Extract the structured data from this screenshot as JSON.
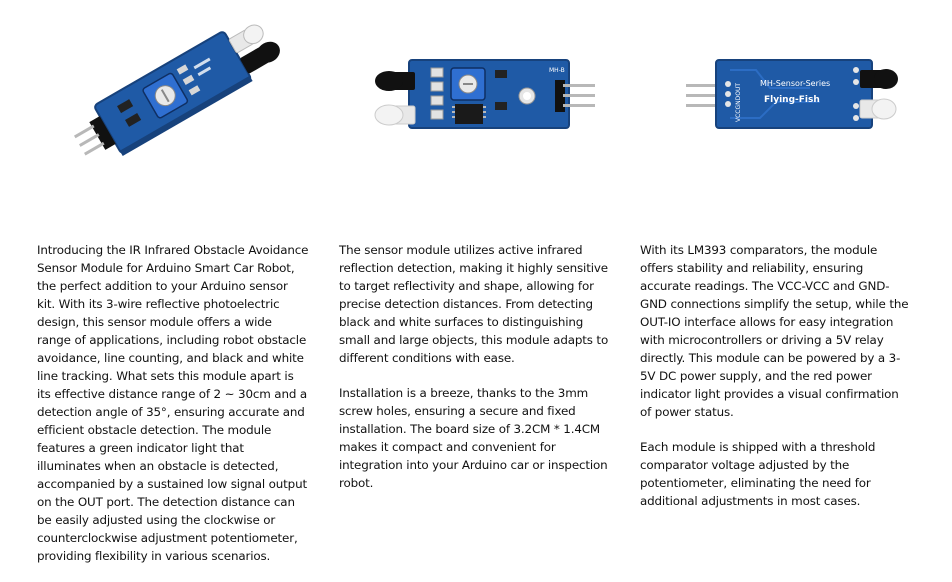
{
  "columns": [
    {
      "image": {
        "alt_icon": "ir-sensor-module-angled-view-icon"
      },
      "paragraphs": [
        "Introducing the IR Infrared Obstacle Avoidance Sensor Module for Arduino Smart Car Robot, the perfect addition to your Arduino sensor kit. With its 3-wire reflective photoelectric design, this sensor module offers a wide range of applications, including robot obstacle avoidance, line counting, and black and white line tracking. What sets this module apart is its effective distance range of 2 ~ 30cm and a detection angle of 35°, ensuring accurate and efficient obstacle detection. The module features a green indicator light that illuminates when an obstacle is detected, accompanied by a sustained low signal output on the OUT port. The detection distance can be easily adjusted using the clockwise or counterclockwise adjustment potentiometer, providing flexibility in various scenarios."
      ]
    },
    {
      "image": {
        "alt_icon": "ir-sensor-module-front-view-icon",
        "board_label": "MH-B"
      },
      "paragraphs": [
        "The sensor module utilizes active infrared reflection detection, making it highly sensitive to target reflectivity and shape, allowing for precise detection distances. From detecting black and white surfaces to distinguishing small and large objects, this module adapts to different conditions with ease.",
        "Installation is a breeze, thanks to the 3mm screw holes, ensuring a secure and fixed installation. The board size of 3.2CM * 1.4CM makes it compact and convenient for integration into your Arduino car or inspection robot."
      ]
    },
    {
      "image": {
        "alt_icon": "ir-sensor-module-back-view-icon",
        "board_series": "MH-Sensor-Series",
        "board_name": "Flying-Fish",
        "pin_label": "VCCGNDOUT"
      },
      "paragraphs": [
        "With its LM393 comparators, the module offers stability and reliability, ensuring accurate readings. The VCC-VCC and GND-GND connections simplify the setup, while the OUT-IO interface allows for easy integration with microcontrollers or driving a 5V relay directly. This module can be powered by a 3-5V DC power supply, and the red power indicator light provides a visual confirmation of power status.",
        "Each module is shipped with a threshold comparator voltage adjusted by the potentiometer, eliminating the need for additional adjustments in most cases."
      ]
    }
  ],
  "colors": {
    "pcb_blue": "#1f5aa6",
    "pcb_dark": "#17427c",
    "potentiometer": "#2f6fd1",
    "led_black": "#111111",
    "led_clear": "#e8e8e8",
    "pin_metal": "#b8b8b8",
    "text": "#111111"
  }
}
